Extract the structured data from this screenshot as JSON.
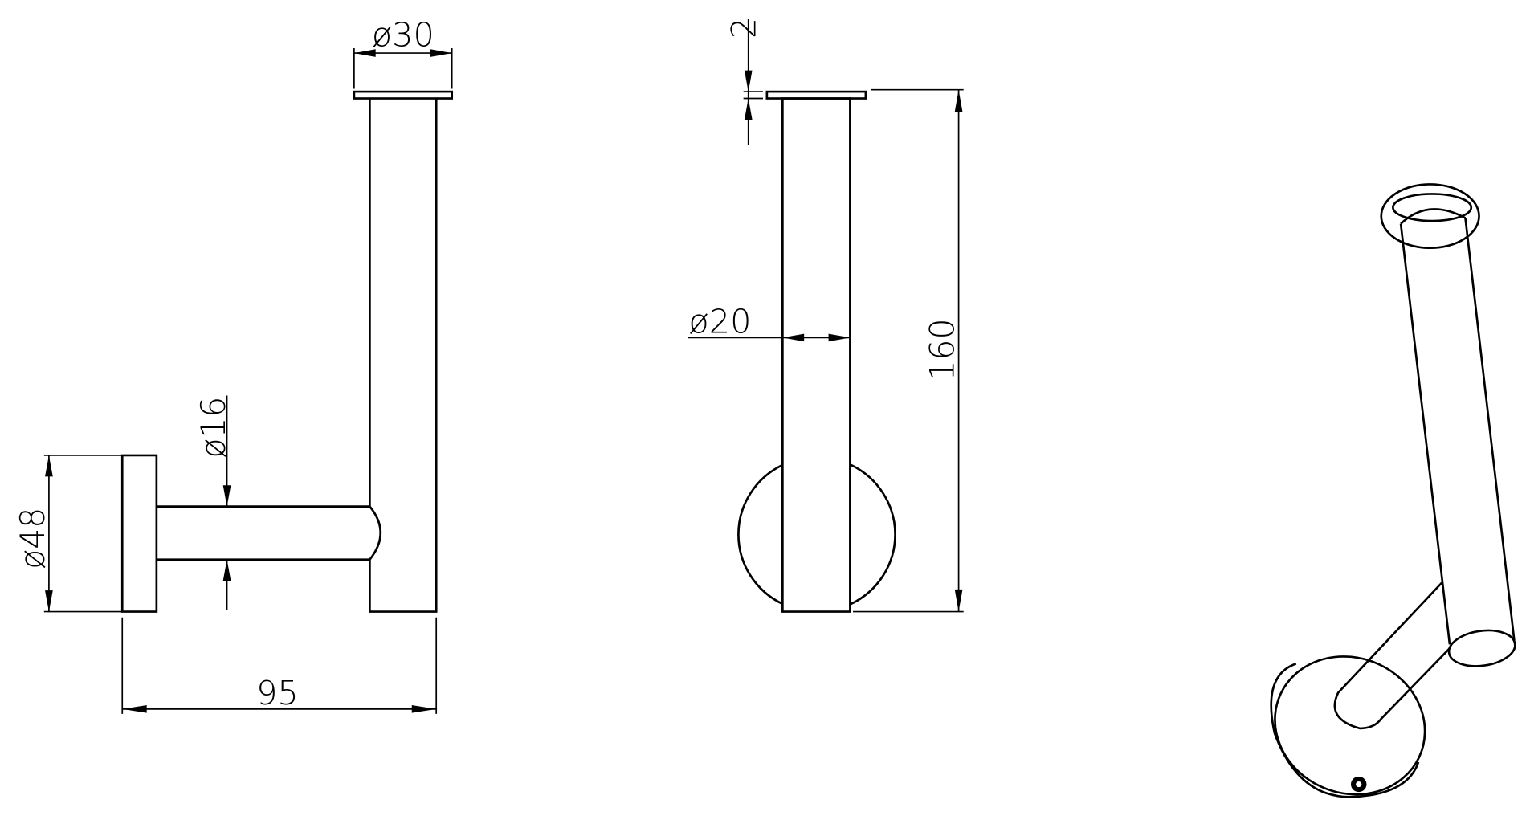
{
  "drawing": {
    "front_view": {
      "dim_flange_diameter": "ø30",
      "dim_arm_diameter": "ø16",
      "dim_base_diameter": "ø48",
      "dim_projection": "95"
    },
    "side_view": {
      "dim_flange_thickness": "2",
      "dim_rod_diameter": "ø20",
      "dim_height": "160"
    },
    "perspective_view": {}
  }
}
